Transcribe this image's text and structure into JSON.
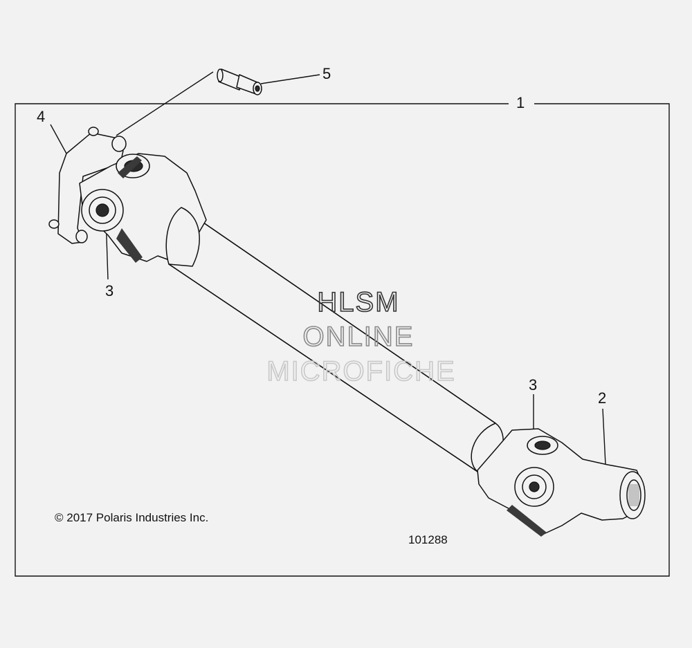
{
  "callouts": {
    "c1": "1",
    "c2": "2",
    "c3a": "3",
    "c3b": "3",
    "c4": "4",
    "c5": "5"
  },
  "watermark": {
    "line1": "HLSM",
    "line2": "ONLINE",
    "line3": "MICROFICHE"
  },
  "copyright": "© 2017 Polaris Industries Inc.",
  "figure_number": "101288"
}
